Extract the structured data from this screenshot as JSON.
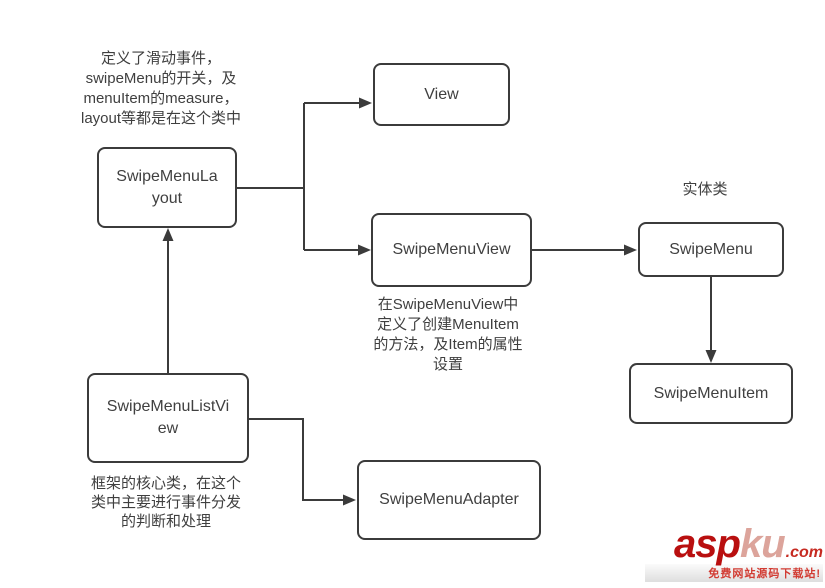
{
  "diagram": {
    "background_color": "#ffffff",
    "line_color": "#3b3b3b",
    "text_color": "#3f3f3f",
    "nodes": {
      "swipe_menu_layout": {
        "label": "SwipeMenuLayout",
        "label_wrap": "SwipeMenuLa\nyout"
      },
      "view": {
        "label": "View",
        "label_wrap": "View"
      },
      "swipe_menu_view": {
        "label": "SwipeMenuView",
        "label_wrap": "SwipeMenuView"
      },
      "swipe_menu": {
        "label": "SwipeMenu",
        "label_wrap": "SwipeMenu"
      },
      "swipe_menu_item": {
        "label": "SwipeMenuItem",
        "label_wrap": "SwipeMenuItem"
      },
      "swipe_menu_list_view": {
        "label": "SwipeMenuListView",
        "label_wrap": "SwipeMenuListVi\new"
      },
      "swipe_menu_adapter": {
        "label": "SwipeMenuAdapter",
        "label_wrap": "SwipeMenuAdapter"
      }
    },
    "annotations": {
      "layout_note": "定义了滑动事件，\nswipeMenu的开关，及\nmenuItem的measure，\nlayout等都是在这个类中",
      "entity_label": "实体类",
      "view_note": "在SwipeMenuView中\n定义了创建MenuItem\n的方法，及Item的属性\n设置",
      "list_view_note": "框架的核心类，在这个\n类中主要进行事件分发\n的判断和处理"
    },
    "edges": [
      {
        "from": "SwipeMenuLayout",
        "to": "View"
      },
      {
        "from": "SwipeMenuLayout",
        "to": "SwipeMenuView"
      },
      {
        "from": "SwipeMenuView",
        "to": "SwipeMenu"
      },
      {
        "from": "SwipeMenu",
        "to": "SwipeMenuItem"
      },
      {
        "from": "SwipeMenuListView",
        "to": "SwipeMenuLayout"
      },
      {
        "from": "SwipeMenuListView",
        "to": "SwipeMenuAdapter"
      }
    ]
  },
  "watermark": {
    "brand_part1": "asp",
    "brand_part2": "ku",
    "brand_suffix": ".com",
    "tagline": "免费网站源码下载站!",
    "brand_color_dark": "#b90f0f",
    "brand_color_light": "#dca49b",
    "tagline_color": "#d23c33"
  }
}
